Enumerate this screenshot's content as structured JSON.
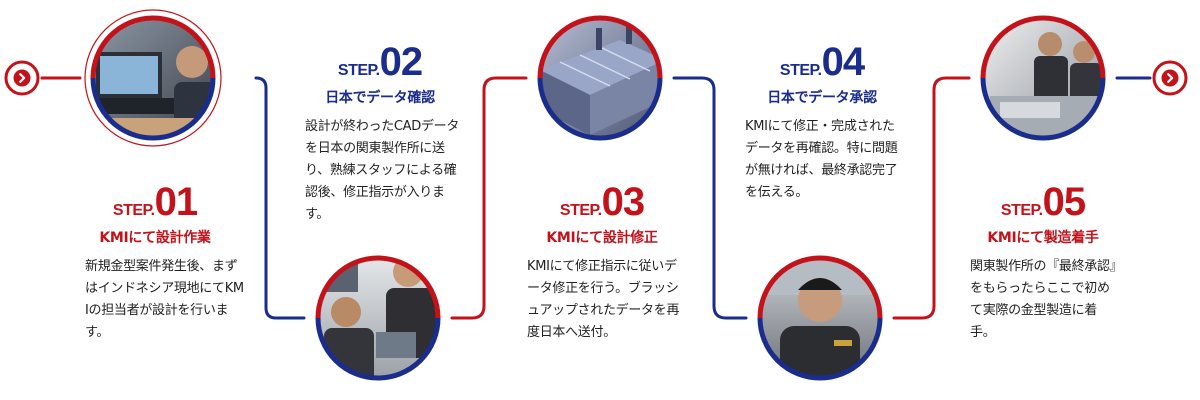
{
  "colors": {
    "red": "#c4121b",
    "navy": "#1a2d8c"
  },
  "icons": {
    "start": "chevron-right-circle-icon",
    "end": "chevron-right-circle-icon"
  },
  "steps": [
    {
      "label": "STEP.",
      "num": "01",
      "title": "KMIにて設計作業",
      "desc": "新規金型案件発生後、まずはインドネシア現地にてKMIの担当者が設計を行います。",
      "photo": "engineer-at-cad-workstation-photo"
    },
    {
      "label": "STEP.",
      "num": "02",
      "title": "日本でデータ確認",
      "desc": "設計が終わったCADデータを日本の関東製作所に送り、熟練スタッフによる確認後、修正指示が入ります。",
      "photo": "staff-reviewing-data-photo"
    },
    {
      "label": "STEP.",
      "num": "03",
      "title": "KMIにて設計修正",
      "desc": "KMIにて修正指示に従いデータ修正を行う。ブラッシュアップされたデータを再度日本へ送付。",
      "photo": "3d-mold-model-photo"
    },
    {
      "label": "STEP.",
      "num": "04",
      "title": "日本でデータ承認",
      "desc": "KMIにて修正・完成されたデータを再確認。特に問題が無ければ、最終承認完了を伝える。",
      "photo": "engineer-portrait-photo"
    },
    {
      "label": "STEP.",
      "num": "05",
      "title": "KMIにて製造着手",
      "desc": "関東製作所の『最終承認』をもらったらここで初めて実際の金型製造に着手。",
      "photo": "factory-workers-photo"
    }
  ]
}
